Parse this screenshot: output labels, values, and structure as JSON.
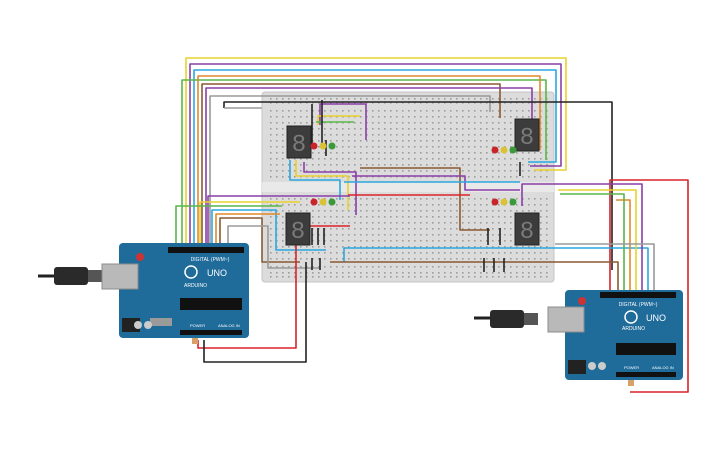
{
  "arduino_left": {
    "brand_label": "UNO",
    "maker_label": "ARDUINO",
    "digital_header_label": "DIGITAL (PWM~)",
    "power_label": "POWER",
    "analog_label": "ANALOG IN"
  },
  "arduino_right": {
    "brand_label": "UNO",
    "maker_label": "ARDUINO",
    "digital_header_label": "DIGITAL (PWM~)",
    "power_label": "POWER",
    "analog_label": "ANALOG IN"
  },
  "displays": [
    {
      "digit": "8"
    },
    {
      "digit": "8"
    },
    {
      "digit": "8"
    },
    {
      "digit": "8"
    }
  ],
  "colors": {
    "board_blue": "#1f6b9a",
    "breadboard": "#dedede",
    "wire_red": "#d9232b",
    "wire_black": "#222222",
    "wire_yellow": "#e8d22c",
    "wire_purple": "#8a3fa8",
    "wire_blue": "#2aa8e0",
    "wire_green": "#59b648",
    "wire_orange": "#e08a2c",
    "wire_brown": "#8a5a32",
    "wire_gray": "#9a9a9a",
    "led_red": "#c9242a",
    "led_yellow": "#d9c234",
    "led_green": "#3a9a3a"
  }
}
